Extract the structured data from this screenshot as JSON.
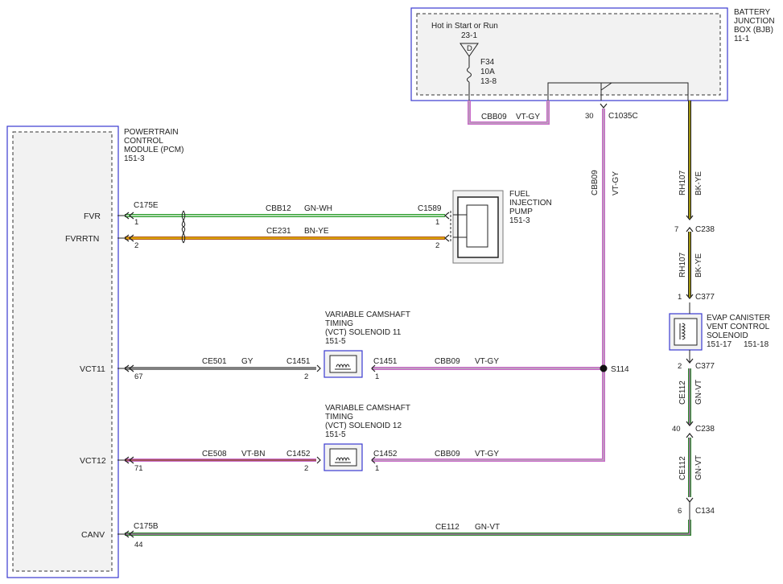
{
  "modules": {
    "pcm": {
      "lines": [
        "POWERTRAIN",
        "CONTROL",
        "MODULE (PCM)",
        "151-3"
      ]
    },
    "bjb": {
      "lines": [
        "BATTERY",
        "JUNCTION",
        "BOX (BJB)",
        "11-1"
      ]
    },
    "fuel_pump": {
      "lines": [
        "FUEL",
        "INJECTION",
        "PUMP",
        "151-3"
      ]
    },
    "vct11": {
      "lines": [
        "VARIABLE CAMSHAFT",
        "TIMING",
        "(VCT) SOLENOID 11",
        "151-5"
      ]
    },
    "vct12": {
      "lines": [
        "VARIABLE CAMSHAFT",
        "TIMING",
        "(VCT) SOLENOID 12",
        "151-5"
      ]
    },
    "evap": {
      "lines": [
        "EVAP CANISTER",
        "VENT CONTROL",
        "SOLENOID"
      ],
      "ref_left": "151-17",
      "ref_right": "151-18"
    }
  },
  "bjb_internal": {
    "hot_label": "Hot in Start or Run",
    "hot_ref": "23-1",
    "d_label": "D",
    "fuse_name": "F34",
    "fuse_rating": "10A",
    "fuse_ref": "13-8"
  },
  "pcm_signals": {
    "fvr": "FVR",
    "fvrrtn": "FVRRTN",
    "vct11": "VCT11",
    "vct12": "VCT12",
    "canv": "CANV"
  },
  "connectors": {
    "c175e": "C175E",
    "c175b": "C175B",
    "c1589": "C1589",
    "c1451_left": "C1451",
    "c1451_right": "C1451",
    "c1452_left": "C1452",
    "c1452_right": "C1452",
    "c1035c": "C1035C",
    "c238_top": "C238",
    "c377_top": "C377",
    "c377_bottom": "C377",
    "c238_bottom": "C238",
    "c134": "C134",
    "s114": "S114"
  },
  "pins": {
    "fvr_pcm": "1",
    "fvrrtn_pcm": "2",
    "fvr_pump": "1",
    "fvrrtn_pump": "2",
    "vct11_pcm": "67",
    "vct11_left": "2",
    "vct11_right": "1",
    "vct12_pcm": "71",
    "vct12_left": "2",
    "vct12_right": "1",
    "canv_pcm": "44",
    "bjb_30": "30",
    "c238_top_pin": "7",
    "c377_top_pin": "1",
    "c377_bottom_pin": "2",
    "c238_bottom_pin": "40",
    "c134_pin": "6"
  },
  "wires": {
    "cbb12": {
      "circuit": "CBB12",
      "color": "GN-WH",
      "hex": "#2e9e2e",
      "hex2": "#ffffff"
    },
    "ce231": {
      "circuit": "CE231",
      "color": "BN-YE",
      "hex": "#b05a1a",
      "hex2": "#f5d000"
    },
    "ce501": {
      "circuit": "CE501",
      "color": "GY",
      "hex": "#808080"
    },
    "cbb09_vct11": {
      "circuit": "CBB09",
      "color": "VT-GY",
      "hex": "#c869c8",
      "hex2": "#b8b8b8"
    },
    "ce508": {
      "circuit": "CE508",
      "color": "VT-BN",
      "hex": "#c869c8",
      "hex2": "#8a4a1a"
    },
    "cbb09_vct12": {
      "circuit": "CBB09",
      "color": "VT-GY"
    },
    "ce112_bottom": {
      "circuit": "CE112",
      "color": "GN-VT",
      "hex": "#2e8a2e",
      "hex2": "#c869c8"
    },
    "cbb09_fuse": {
      "circuit": "CBB09",
      "color": "VT-GY"
    },
    "cbb09_vertical": {
      "circuit": "CBB09",
      "color": "VT-GY"
    },
    "rh107_a": {
      "circuit": "RH107",
      "color": "BK-YE",
      "hex": "#222222",
      "hex2": "#f5e000"
    },
    "rh107_b": {
      "circuit": "RH107",
      "color": "BK-YE"
    },
    "ce112_a": {
      "circuit": "CE112",
      "color": "GN-VT"
    },
    "ce112_b": {
      "circuit": "CE112",
      "color": "GN-VT"
    }
  },
  "colors": {
    "module_outline": "#3a3ad0",
    "box_fill": "#f2f2f2"
  }
}
